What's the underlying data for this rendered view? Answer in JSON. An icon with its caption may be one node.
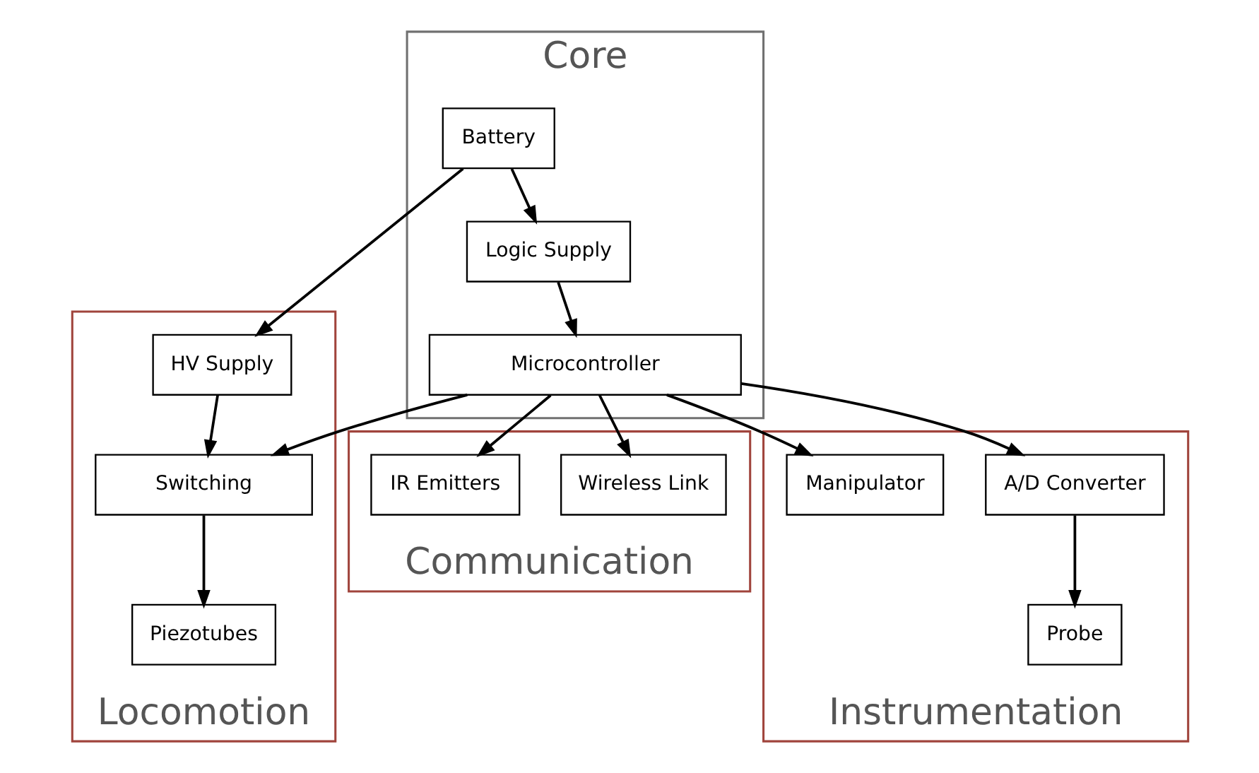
{
  "diagram": {
    "nodes": [
      {
        "text": [
          "Core"
        ]
      },
      {
        "text": [
          "Battery"
        ],
        "in": 0
      },
      {
        "text": [
          "Logic Supply"
        ],
        "in": 0
      },
      {
        "text": [
          "Microcontroller"
        ],
        "in": 0
      },
      {
        "text": [
          "Locomotion"
        ]
      },
      {
        "text": [
          "HV Supply"
        ],
        "in": 4
      },
      {
        "text": [
          "Switching"
        ],
        "in": 4
      },
      {
        "text": [
          "Piezotubes"
        ],
        "in": 4
      },
      {
        "text": [
          "Communication"
        ]
      },
      {
        "text": [
          "Wireless Link"
        ],
        "in": 8
      },
      {
        "text": [
          "IR Emitters"
        ],
        "in": 8
      },
      {
        "text": [
          "Instrumentation"
        ]
      },
      {
        "text": [
          "A/D Converter"
        ],
        "in": 11
      },
      {
        "text": [
          "Probe"
        ],
        "in": 11
      },
      {
        "text": [
          "Manipulator"
        ],
        "in": 11
      }
    ],
    "edges": [
      {
        "from": 1,
        "to": 2,
        "arrow": "to"
      },
      {
        "from": 1,
        "to": 5,
        "arrow": "to"
      },
      {
        "from": 2,
        "to": 3,
        "arrow": "to"
      },
      {
        "from": 5,
        "to": 6,
        "arrow": "to"
      },
      {
        "from": 3,
        "to": 6,
        "arrow": "to"
      },
      {
        "from": 6,
        "to": 7,
        "arrow": "to"
      },
      {
        "from": 3,
        "to": 9,
        "arrow": "to"
      },
      {
        "from": 3,
        "to": 10,
        "arrow": "to"
      },
      {
        "from": 3,
        "to": 12,
        "arrow": "to"
      },
      {
        "from": 3,
        "to": 14,
        "arrow": "to"
      },
      {
        "from": 12,
        "to": 13,
        "arrow": "to"
      }
    ]
  }
}
